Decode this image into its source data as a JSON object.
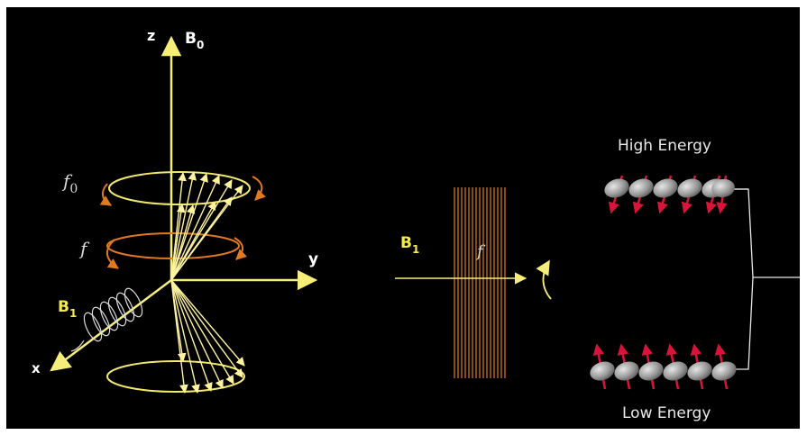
{
  "axes": {
    "z_label": "z",
    "y_label": "y",
    "x_label": "x",
    "b0_main": "B",
    "b0_sub": "0"
  },
  "precession": {
    "f0_main": "f",
    "f0_sub": "0",
    "f_label": "f"
  },
  "rf_field": {
    "b1_main": "B",
    "b1_sub": "1",
    "f_label": "f"
  },
  "coil": {
    "b1_main": "B",
    "b1_sub": "1"
  },
  "energy_levels": {
    "high_label": "High Energy",
    "low_label": "Low Energy"
  },
  "colors": {
    "background": "#000000",
    "vector_yellow": "#fff3a0",
    "axis_yellow": "#f7ee7a",
    "orange": "#e07a1e",
    "spin_red": "#d8143a",
    "spin_gray": "#9a9a9a"
  }
}
